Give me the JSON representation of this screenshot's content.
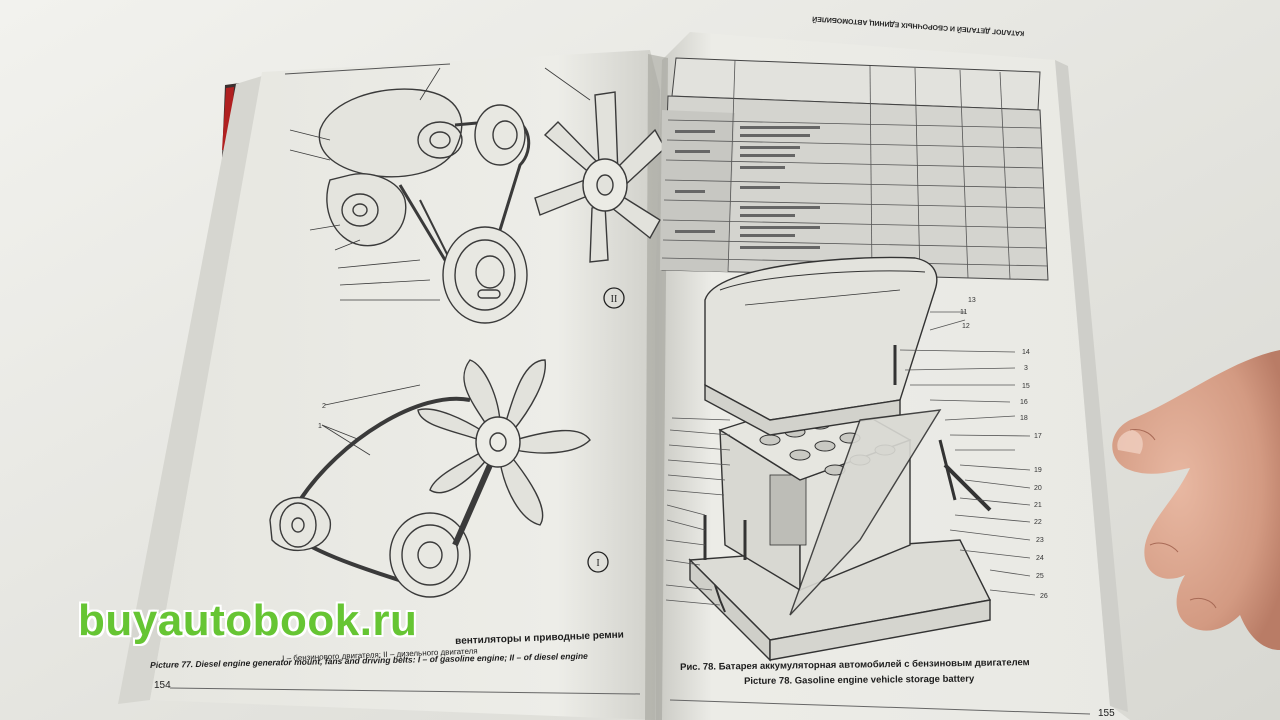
{
  "watermark": "buyautobook.ru",
  "left_page": {
    "caption_ru_tail": "вентиляторы и приводные ремни",
    "caption_ru_sub": "I – бензинового двигателя; II – дизельного двигателя",
    "caption_en": "Picture 77. Diesel engine generator mount, fans and driving belts: I – of gasoline engine; II – of diesel engine",
    "page_number": "154",
    "view_labels": [
      "II",
      "I"
    ]
  },
  "right_page": {
    "header": "КАТАЛОГ ДЕТАЛЕЙ И СБОРОЧНЫХ ЕДИНИЦ АВТОМОБИЛЕЙ",
    "caption_ru": "Рис. 78. Батарея аккумуляторная автомобилей с бензиновым двигателем",
    "caption_en": "Picture 78. Gasoline engine vehicle storage battery",
    "page_number": "155",
    "callouts": [
      "13",
      "11",
      "12",
      "14",
      "3",
      "15",
      "16",
      "17",
      "18",
      "19",
      "20",
      "21",
      "22",
      "23",
      "24",
      "25",
      "26"
    ]
  },
  "colors": {
    "watermark": "#66c533",
    "paper": "#efefea",
    "table_shade": "#cfcfcb"
  }
}
